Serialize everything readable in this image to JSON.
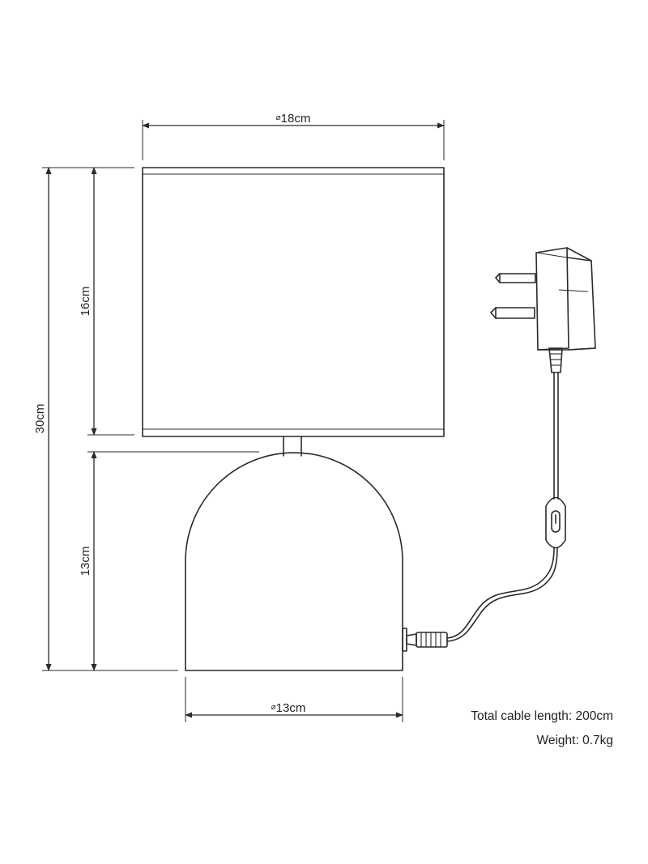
{
  "dimensions": {
    "shade_diameter": "18cm",
    "total_height": "30cm",
    "shade_height": "16cm",
    "base_height": "13cm",
    "base_diameter": "13cm",
    "diameter_symbol": "⌀"
  },
  "specs": {
    "cable_length": "Total cable length: 200cm",
    "weight": "Weight: 0.7kg"
  },
  "icons": {
    "plug": "uk-plug-adapter-icon",
    "switch": "inline-switch-icon"
  },
  "colors": {
    "line": "#2a2a2a",
    "background": "#ffffff"
  }
}
